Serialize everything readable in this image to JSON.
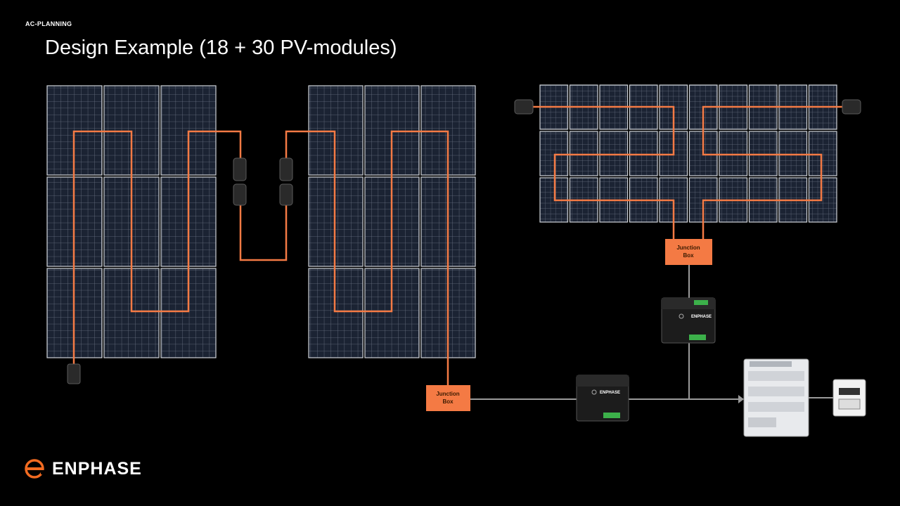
{
  "header": {
    "section_label": "AC-PLANNING",
    "title": "Design Example (18 + 30 PV-modules)"
  },
  "junction_boxes": [
    {
      "label_line1": "Junction",
      "label_line2": "Box"
    },
    {
      "label_line1": "Junction",
      "label_line2": "Box"
    }
  ],
  "devices": {
    "relay_brand": "ENPHASE"
  },
  "logo": {
    "text": "ENPHASE",
    "color": "#f26b21"
  },
  "colors": {
    "cable": "#f47a44",
    "junction_box": "#f47a44",
    "ac_line": "#9a9a9a",
    "panel_cell": "#1a2231",
    "panel_frame": "#cfd3d8"
  }
}
